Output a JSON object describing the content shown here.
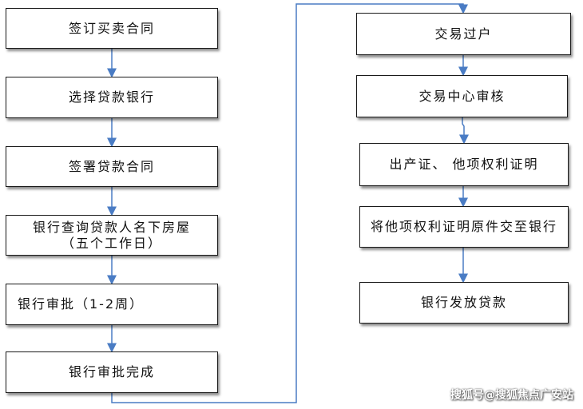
{
  "left_column": [
    {
      "label": "签订买卖合同"
    },
    {
      "label": "选择贷款银行"
    },
    {
      "label": "签署贷款合同"
    },
    {
      "label": "银行查询贷款人名下房屋（五个工作日）"
    },
    {
      "label": "银行审批（1-2周）"
    },
    {
      "label": "银行审批完成"
    }
  ],
  "right_column": [
    {
      "label": "交易过户"
    },
    {
      "label": "交易中心审核"
    },
    {
      "label": "出产证、 他项权利证明"
    },
    {
      "label": "将他项权利证明原件交至银行"
    },
    {
      "label": "银行发放贷款"
    }
  ],
  "watermark": "搜狐号@搜狐焦点广安站",
  "colors": {
    "connector": "#4a7cc4",
    "border": "#1a1a1a"
  }
}
